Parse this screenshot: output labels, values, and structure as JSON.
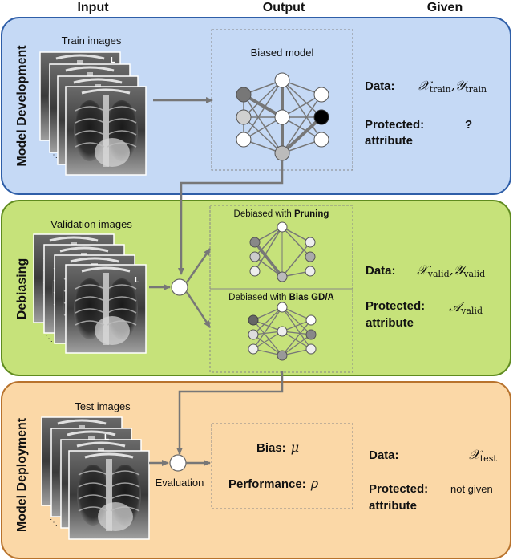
{
  "headers": {
    "input": "Input",
    "output": "Output",
    "given": "Given"
  },
  "stages": {
    "development": {
      "title": "Model Development",
      "images_label": "Train images",
      "model_label": "Biased model",
      "data_label": "Data:",
      "data_symbol_x": "𝒳",
      "data_sub_x": "train",
      "data_sep": ",",
      "data_symbol_y": "𝒴",
      "data_sub_y": "train",
      "protected_label_1": "Protected:",
      "protected_label_2": "attribute",
      "protected_value": "?"
    },
    "debiasing": {
      "title": "Debiasing",
      "images_label": "Validation images",
      "pruning_prefix": "Debiased with ",
      "pruning_bold": "Pruning",
      "biasgda_prefix": "Debiased with ",
      "biasgda_bold": "Bias GD/A",
      "data_label": "Data:",
      "data_symbol_x": "𝒳",
      "data_sub_x": "valid",
      "data_sep": ",",
      "data_symbol_y": "𝒴",
      "data_sub_y": "valid",
      "protected_label_1": "Protected:",
      "protected_label_2": "attribute",
      "protected_symbol": "𝒜",
      "protected_sub": "valid"
    },
    "deployment": {
      "title": "Model Deployment",
      "images_label": "Test images",
      "evaluation_label": "Evaluation",
      "bias_label": "Bias:",
      "bias_symbol": "μ",
      "performance_label": "Performance:",
      "performance_symbol": "ρ",
      "data_label": "Data:",
      "data_symbol_x": "𝒳",
      "data_sub_x": "test",
      "protected_label_1": "Protected:",
      "protected_label_2": "attribute",
      "protected_value": "not given"
    }
  },
  "xray_image_marks": [
    "L",
    "L",
    "L"
  ],
  "colors": {
    "development_fill": "#c5d9f5",
    "development_border": "#2e5ea8",
    "debiasing_fill": "#c6e27a",
    "debiasing_border": "#5f8b1f",
    "deployment_fill": "#fbd8a7",
    "deployment_border": "#b8732d",
    "arrow": "#777777"
  }
}
